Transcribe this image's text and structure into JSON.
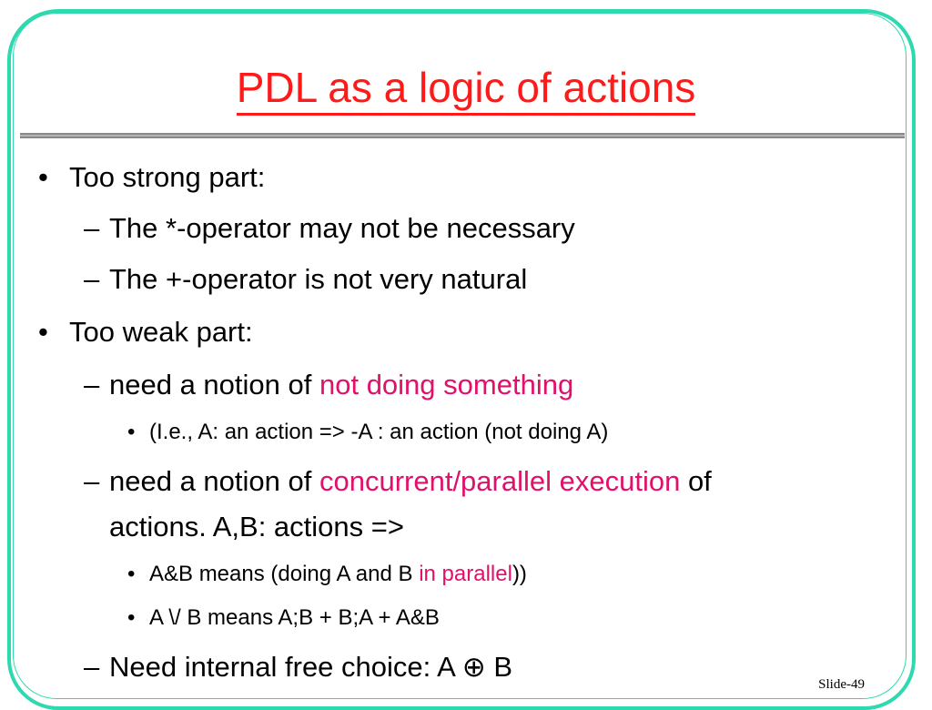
{
  "title": "PDL as a logic of actions",
  "colors": {
    "frame": "#2fd9b0",
    "title": "#ff1a1a",
    "highlight": "#e0106b",
    "divider": "#b4b4b4"
  },
  "bullets": {
    "strong": "Too strong part:",
    "strong_sub1": "The *-operator may not be necessary",
    "strong_sub2": "The +-operator is not very natural",
    "weak": "Too weak part:",
    "notdoing_pre": "need a notion of ",
    "notdoing_hl": "not doing something",
    "ie": "(I.e.,  A: an action => -A : an action (not doing A)",
    "conc_pre": "need a notion of ",
    "conc_hl": "concurrent/parallel execution",
    "conc_post": " of",
    "conc_line2": "actions. A,B: actions =>",
    "amp_pre": "A&B  means (doing A and B ",
    "amp_hl": "in parallel",
    "amp_post": "))",
    "avb": "A \\/ B means A;B + B;A + A&B",
    "choice": "Need internal free choice:  A ⊕ B"
  },
  "markers": {
    "bullet": "•",
    "dash": "–"
  },
  "footer": "Slide-49"
}
